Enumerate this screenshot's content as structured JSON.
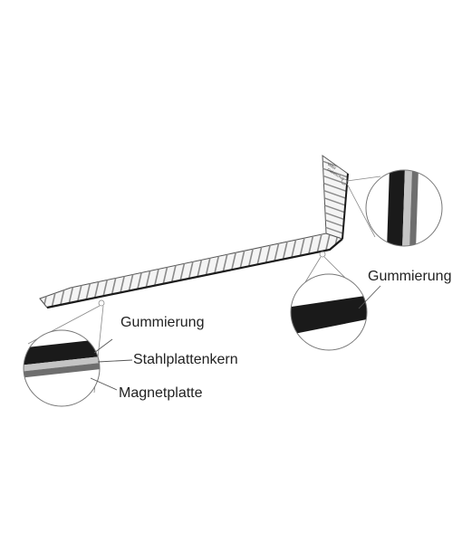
{
  "labels": {
    "right_rubber": "Gummierung",
    "left_rubber": "Gummierung",
    "steel_core": "Stahlplattenkern",
    "magnet_plate": "Magnetplatte"
  },
  "upright_marking": [
    "Vetter",
    "Gabelschuh"
  ],
  "colors": {
    "rubber": "#1a1a1a",
    "steel": "#c4c4c4",
    "magnet": "#6e6e6e",
    "outline": "#555555",
    "text": "#222222"
  }
}
